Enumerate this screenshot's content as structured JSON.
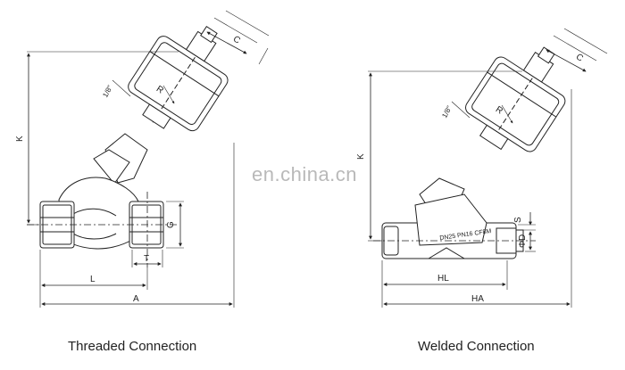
{
  "watermark": "en.china.cn",
  "left_drawing": {
    "caption": "Threaded Connection",
    "dims": {
      "C": "C",
      "K": "K",
      "R": "R",
      "port": "1/8\"",
      "G": "G",
      "T": "T",
      "L": "L",
      "A": "A"
    }
  },
  "right_drawing": {
    "caption": "Welded Connection",
    "marking": "DN25 PN16 CF8M",
    "dims": {
      "C": "C",
      "K": "K",
      "R": "R",
      "port": "1/8\"",
      "S": "S",
      "D": "ΦD",
      "HL": "HL",
      "HA": "HA"
    }
  }
}
